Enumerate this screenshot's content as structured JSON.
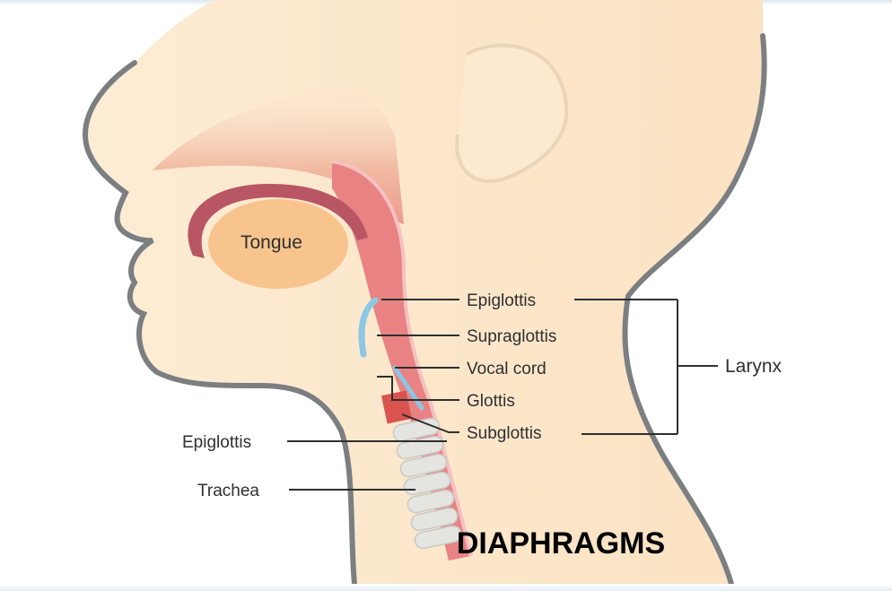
{
  "labels": {
    "tongue": "Tongue",
    "epiglottis_right": "Epiglottis",
    "supraglottis": "Supraglottis",
    "vocal_cord": "Vocal cord",
    "glottis": "Glottis",
    "subglottis": "Subglottis",
    "larynx": "Larynx",
    "epiglottis_left": "Epiglottis",
    "trachea": "Trachea"
  },
  "caption": "DIAPHRAGMS",
  "colors": {
    "skin": "#fbe6c9",
    "skin_outline": "#7b7f82",
    "airway": "#e98383",
    "airway_light": "#f3b3a8",
    "tongue": "#f7c48d",
    "epiglottis": "#8cc7e3",
    "trachea": "#e4e4e0",
    "leader_line": "#2f2f2f"
  }
}
